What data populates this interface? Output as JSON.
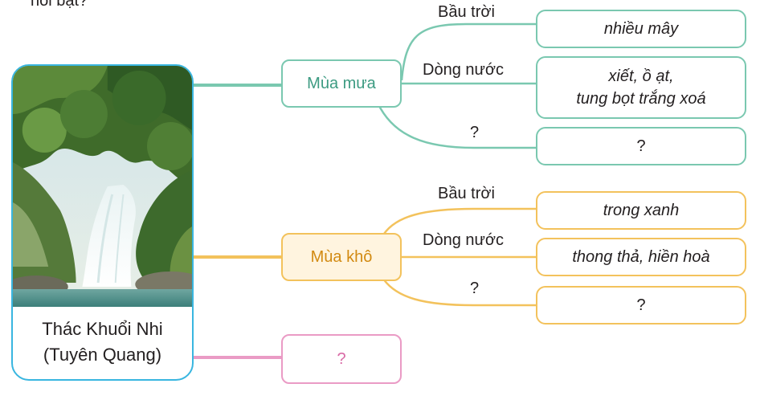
{
  "header_fragment": "nổi bật?",
  "photo": {
    "caption_line1": "Thác Khuổi Nhi",
    "caption_line2": "(Tuyên Quang)"
  },
  "seasons": [
    {
      "name": "Mùa mưa",
      "color": "#7ac8b0",
      "branches": [
        {
          "label": "Bầu trời",
          "value_lines": [
            "nhiều mây"
          ]
        },
        {
          "label": "Dòng nước",
          "value_lines": [
            "xiết, ồ ạt,",
            "tung bọt trắng xoá"
          ]
        },
        {
          "label": "?",
          "value_lines": [
            "?"
          ]
        }
      ]
    },
    {
      "name": "Mùa khô",
      "color": "#f3c25c",
      "branches": [
        {
          "label": "Bầu trời",
          "value_lines": [
            "trong xanh"
          ]
        },
        {
          "label": "Dòng nước",
          "value_lines": [
            "thong thả, hiền hoà"
          ]
        },
        {
          "label": "?",
          "value_lines": [
            "?"
          ]
        }
      ]
    },
    {
      "name": "?",
      "color": "#ea9bc5",
      "branches": []
    }
  ]
}
